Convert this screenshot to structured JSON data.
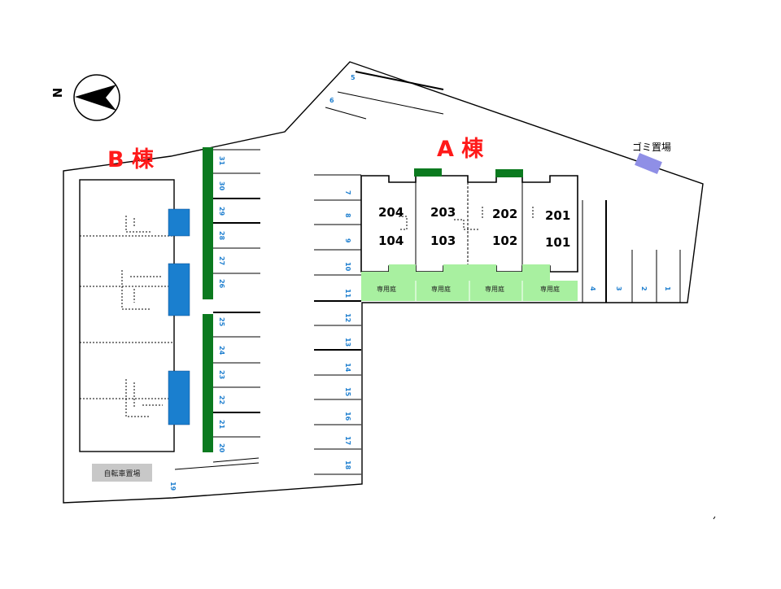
{
  "compass": {
    "north_letter": "N"
  },
  "buildings": [
    {
      "id": "b",
      "label": "B 棟",
      "color": "#ff1a1a"
    },
    {
      "id": "a",
      "label": "A 棟",
      "color": "#ff1a1a"
    }
  ],
  "rooms_upper": [
    "204",
    "203",
    "202",
    "201"
  ],
  "rooms_lower": [
    "104",
    "103",
    "102",
    "101"
  ],
  "garden_labels": [
    "専用庭",
    "専用庭",
    "専用庭",
    "専用庭"
  ],
  "garbage_label": "ゴミ置場",
  "bike_parking_label": "自転車置場",
  "parking_numbers": [
    "1",
    "2",
    "3",
    "4",
    "5",
    "6",
    "7",
    "8",
    "9",
    "10",
    "11",
    "12",
    "13",
    "14",
    "15",
    "16",
    "17",
    "18",
    "19",
    "20",
    "21",
    "22",
    "23",
    "24",
    "25",
    "26",
    "27",
    "28",
    "29",
    "30",
    "31"
  ],
  "colors": {
    "dark_green": "#0b7a1f",
    "light_green": "#a8f0a0",
    "blue": "#1a7fcf",
    "lavender": "#8f8fe6",
    "grey": "#c8c8c8",
    "spot_number": "#1f7fcf"
  }
}
